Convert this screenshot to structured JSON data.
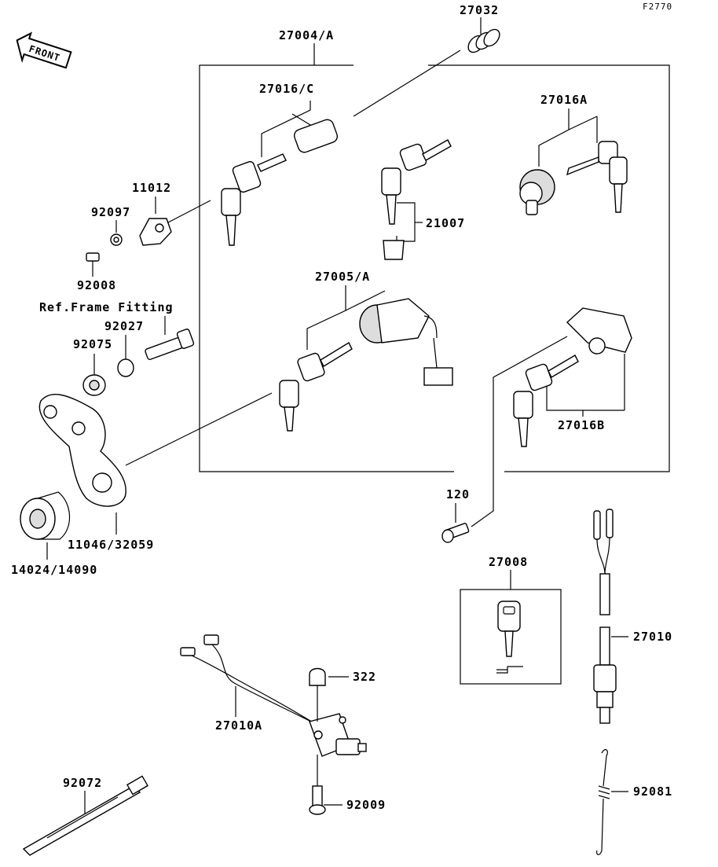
{
  "figure_code": "F2770",
  "front_label": "FRONT",
  "note_ref_frame": "Ref.Frame Fitting",
  "labels": {
    "p27032": "27032",
    "p27004A": "27004/A",
    "p27016C": "27016/C",
    "p27016A": "27016A",
    "p11012": "11012",
    "p92097": "92097",
    "p92008": "92008",
    "p21007": "21007",
    "p27005A": "27005/A",
    "p92027": "92027",
    "p92075": "92075",
    "p27016B": "27016B",
    "p11046": "11046/32059",
    "p14024": "14024/14090",
    "p120": "120",
    "p27008": "27008",
    "p27010": "27010",
    "p322": "322",
    "p27010A": "27010A",
    "p92072": "92072",
    "p92009": "92009",
    "p92081": "92081"
  }
}
